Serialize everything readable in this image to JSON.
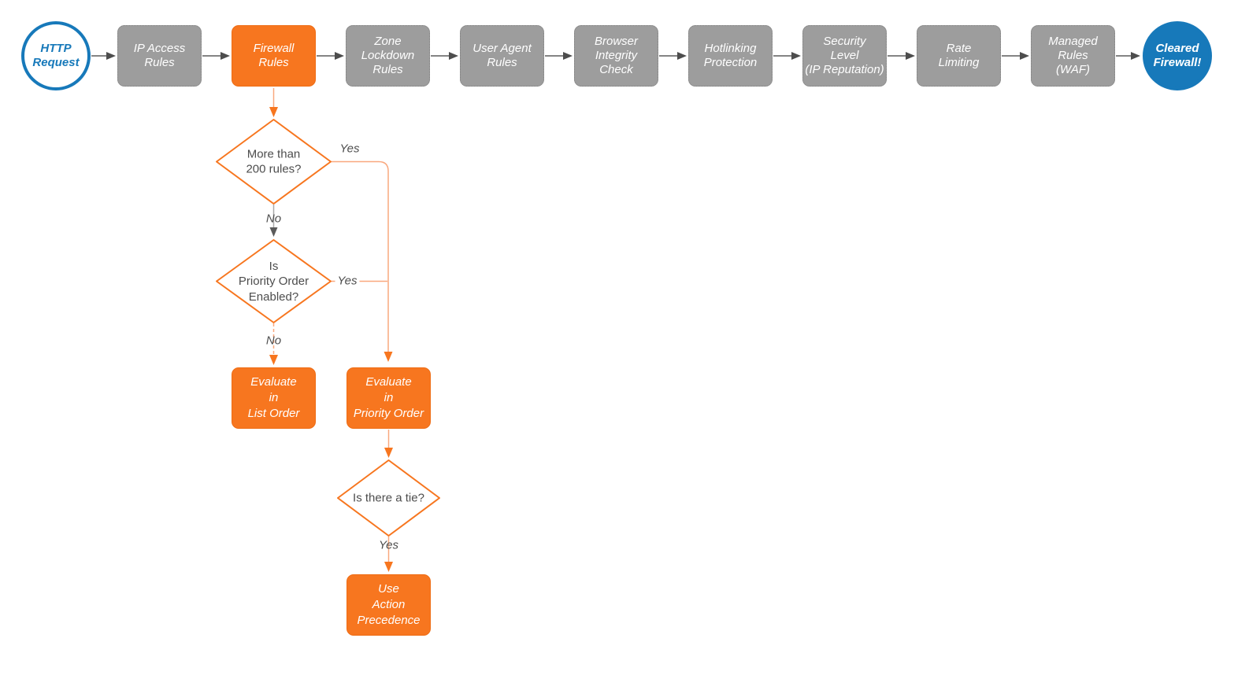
{
  "diagram": {
    "description": "Cloudflare firewall HTTP request evaluation flowchart",
    "colors": {
      "highlight_orange": "#F7761F",
      "connector_orange_light": "#F9A87E",
      "step_gray": "#9D9D9D",
      "terminal_blue": "#1779BA",
      "connector_dark": "#5B5B5B",
      "text_dark": "#4D4D4D",
      "node_text": "#FFFFFF"
    },
    "pipeline": {
      "start_label": "HTTP\nRequest",
      "steps": [
        {
          "label": "IP Access\nRules",
          "highlighted": false
        },
        {
          "label": "Firewall\nRules",
          "highlighted": true
        },
        {
          "label": "Zone\nLockdown\nRules",
          "highlighted": false
        },
        {
          "label": "User Agent\nRules",
          "highlighted": false
        },
        {
          "label": "Browser\nIntegrity\nCheck",
          "highlighted": false
        },
        {
          "label": "Hotlinking\nProtection",
          "highlighted": false
        },
        {
          "label": "Security\nLevel\n(IP Reputation)",
          "highlighted": false
        },
        {
          "label": "Rate\nLimiting",
          "highlighted": false
        },
        {
          "label": "Managed\nRules\n(WAF)",
          "highlighted": false
        }
      ],
      "end_label": "Cleared\nFirewall!"
    },
    "decision_tree": {
      "d1": {
        "question": "More than\n200 rules?",
        "yes_label": "Yes",
        "no_label": "No"
      },
      "d2": {
        "question": "Is\nPriority Order\nEnabled?",
        "yes_label": "Yes",
        "no_label": "No"
      },
      "d3": {
        "question": "Is there a tie?",
        "yes_label": "Yes"
      },
      "evaluate_list_order": "Evaluate\nin\nList Order",
      "evaluate_priority_order": "Evaluate\nin\nPriority Order",
      "use_action_precedence": "Use\nAction\nPrecedence"
    }
  }
}
